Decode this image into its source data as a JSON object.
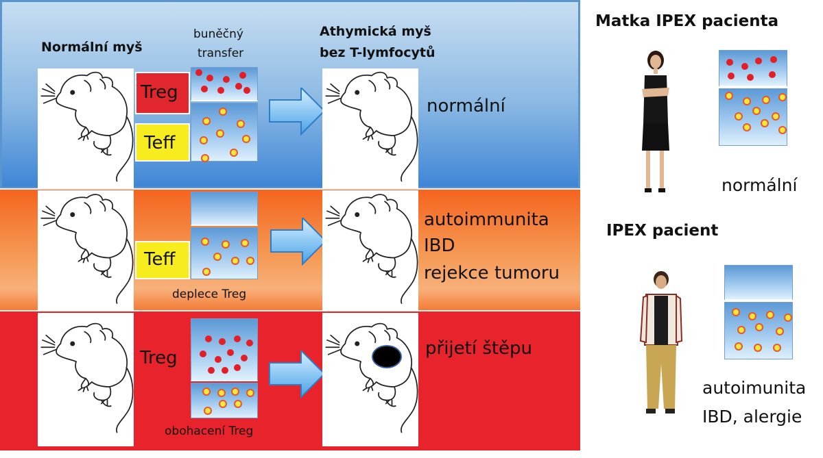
{
  "header": {
    "normal_mouse": "Normální myš",
    "cell_transfer_line1": "buněčný",
    "cell_transfer_line2": "transfer",
    "athymic_line1": "Athymická myš",
    "athymic_line2": "bez T-lymfocytů"
  },
  "rows": [
    {
      "tag_top": "Treg",
      "tag_bottom": "Teff",
      "outcome": [
        "normální"
      ],
      "caption": ""
    },
    {
      "tag_bottom": "Teff",
      "outcome": [
        "autoimmunita",
        "IBD",
        "rejekce tumoru"
      ],
      "caption": "deplece Treg"
    },
    {
      "tag_top": "Treg",
      "outcome": [
        "přijetí štěpu"
      ],
      "caption": "obohacení Treg"
    }
  ],
  "right": {
    "mother_title": "Matka IPEX pacienta",
    "mother_result": "normální",
    "patient_title": "IPEX pacient",
    "patient_result_line1": "autoimunita",
    "patient_result_line2": "IBD, alergie"
  },
  "colors": {
    "top_band": "#3f86d6",
    "middle_band": "#f5641e",
    "bottom_band": "#e8232b",
    "treg_cell": "#e31e24",
    "teff_cell": "#f8e63c",
    "teff_label": "#f6ec1e"
  },
  "icons": [
    "mouse-icon",
    "arrow-right-icon",
    "woman-icon",
    "man-icon"
  ]
}
